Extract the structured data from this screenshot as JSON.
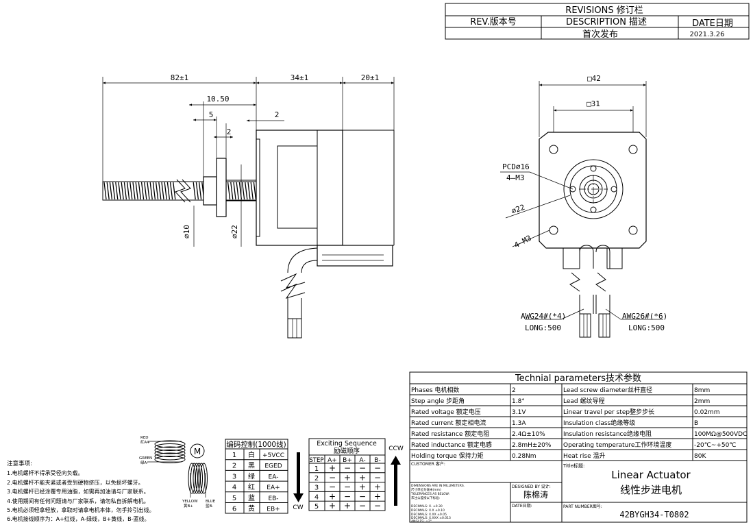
{
  "revisions": {
    "title": "REVISIONS 修订栏",
    "col_rev": "REV.版本号",
    "col_desc": "DESCRIPTION 描述",
    "col_date": "DATE日期",
    "row_desc": "首次发布",
    "row_date": "2021.3.26"
  },
  "dims": {
    "length_total": "82±1",
    "body_len": "34±1",
    "shaft_len": "20±1",
    "d10_50": "10.50",
    "d5": "5",
    "d2a": "2",
    "d2b": "2",
    "dia10": "⌀10",
    "dia22": "⌀22",
    "front_42": "□42",
    "front_31": "□31",
    "pcd": "PCD⌀16",
    "m3a": "4—M3",
    "dia22_front": "⌀22",
    "m3b": "4—M3",
    "awg24": "AWG24#(*4)",
    "long500a": "LONG:500",
    "awg26": "AWG26#(*6)",
    "long500b": "LONG:500"
  },
  "coil": {
    "red": "RED",
    "red_cn": "红A+",
    "green": "GREEN",
    "green_cn": "绿A-",
    "yellow": "YELLOW",
    "yellow_cn": "黄B+",
    "blue": "BLUE",
    "blue_cn": "蓝B-",
    "motor_symbol": "M"
  },
  "notes": {
    "title": "注意事项:",
    "items": [
      "1.电机螺杆不得承受径向负载。",
      "2.电机螺杆不能夹紧或者受到硬物挤压，以免损坏螺牙。",
      "3.电机螺杆已经涂覆专用油脂，如需再加油请与厂家联系。",
      "4.使用期间有任何问题请与厂家联系，请勿私自拆解电机。",
      "5.电机必须轻拿轻放，拿取时请拿电机本体，勿手拎引出线。",
      "6.电机接线顺序为：A+红线，A-绿线，B+黄线，B-蓝线。"
    ]
  },
  "encode_table": {
    "title": "编码控制(1000线)",
    "rows": [
      [
        "1",
        "白",
        "+5VCC"
      ],
      [
        "2",
        "黑",
        "EGED"
      ],
      [
        "3",
        "绿",
        "EA-"
      ],
      [
        "4",
        "红",
        "EA+"
      ],
      [
        "5",
        "蓝",
        "EB-"
      ],
      [
        "6",
        "黄",
        "EB+"
      ]
    ]
  },
  "sequence": {
    "title_en": "Exciting Sequence",
    "title_cn": "励磁顺序",
    "headers": [
      "STEP",
      "A+",
      "B+",
      "A-",
      "B-"
    ],
    "rows": [
      [
        "1",
        "+",
        "−",
        "−",
        "−"
      ],
      [
        "2",
        "−",
        "+",
        "+",
        "−"
      ],
      [
        "3",
        "−",
        "−",
        "+",
        "+"
      ],
      [
        "4",
        "+",
        "−",
        "−",
        "+"
      ],
      [
        "5",
        "+",
        "+",
        "−",
        "−"
      ]
    ],
    "ccw": "CCW",
    "cw": "CW"
  },
  "params": {
    "title": "Technial parameters技术参数",
    "rows": [
      [
        "Phases 电机相数",
        "2",
        "Lead screw diameter丝杆直径",
        "8mm"
      ],
      [
        "Step angle 步距角",
        "1.8°",
        "Lead 螺纹导程",
        "2mm"
      ],
      [
        "Rated voltage 额定电压",
        "3.1V",
        "Linear travel per step整步步长",
        "0.02mm"
      ],
      [
        "Rated current 额定相电流",
        "1.3A",
        "Insulation class绝缘等级",
        "B"
      ],
      [
        "Rated resistance 额定电阻",
        "2.4Ω±10%",
        "Insulation resistance绝缘电阻",
        "100MΩ@500VDC"
      ],
      [
        "Rated inductance 额定电感",
        "2.8mH±20%",
        "Operating temperature工作环境温度",
        "-20℃~+50℃"
      ],
      [
        "Holding torque 保持力矩",
        "0.28Nm",
        "Heat rise 温升",
        "80K"
      ]
    ]
  },
  "title_block": {
    "customer": "CUSTOMER 客户:",
    "title_label": "Title标题:",
    "title_en": "Linear Actuator",
    "title_cn": "线性步进电机",
    "dims_note1": "DIMENSIONS ARE IN MILLIMETERS.",
    "dims_note2": "尺寸单位为毫米(mm)",
    "dims_note3": "TOLERANCES AS BELOW:",
    "dims_note4": "未注公差按以下标准:",
    "tol1": "DECIMALS: X.    ±0.30",
    "tol2": "DECIMALS: X.X   ±0.10",
    "tol3": "DECIMALS: X.XX  ±0.05",
    "tol4": "DECIMALS: X.XXX ±0.013",
    "tol5": "ANGLES: ±2°",
    "designed_label": "DESIGNED BY 设计:",
    "designer": "陈棉涛",
    "date_label": "DATE日期:",
    "part_label": "PART NUMBER图号:",
    "part_number": "42BYGH34-T0802"
  }
}
